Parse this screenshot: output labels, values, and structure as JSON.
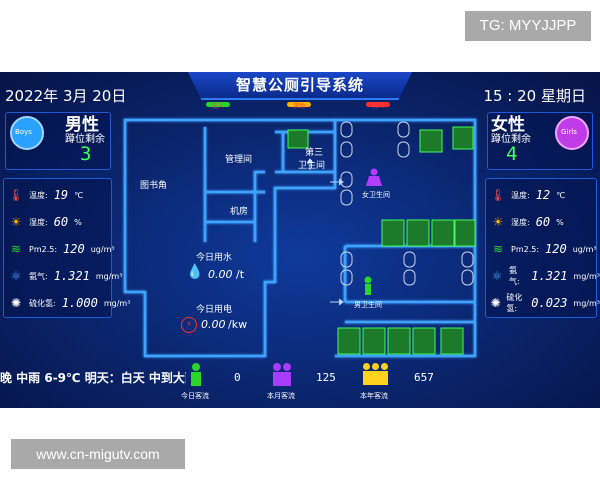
{
  "watermarks": {
    "top": "TG: MYYJJPP",
    "bottom": "www.cn-migutv.com"
  },
  "header": {
    "title": "智慧公厕引导系统",
    "date": "2022年 3月 20日",
    "time": "15 : 20 星期日"
  },
  "status": [
    {
      "label": "无人",
      "color": "#2bd62b"
    },
    {
      "label": "求助",
      "color": "#ffb400"
    },
    {
      "label": "有人",
      "color": "#ff2e2e"
    }
  ],
  "male": {
    "title": "男性",
    "subtitle": "蹲位剩余",
    "remaining": "3",
    "badge": "Boys",
    "env": [
      {
        "icon": "thermometer-icon",
        "label": "温度:",
        "value": "19",
        "unit": "℃"
      },
      {
        "icon": "humidity-icon",
        "label": "湿度:",
        "value": "60",
        "unit": "%"
      },
      {
        "icon": "pm25-icon",
        "label": "Pm2.5:",
        "value": "120",
        "unit": "ug/m³"
      },
      {
        "icon": "ammonia-icon",
        "label": "氨气:",
        "value": "1.321",
        "unit": "mg/m³"
      },
      {
        "icon": "h2s-icon",
        "label": "硫化氢:",
        "value": "1.000",
        "unit": "mg/m³"
      }
    ]
  },
  "female": {
    "title": "女性",
    "subtitle": "蹲位剩余",
    "remaining": "4",
    "badge": "Girls",
    "env": [
      {
        "icon": "thermometer-icon",
        "label": "温度:",
        "value": "12",
        "unit": "℃"
      },
      {
        "icon": "humidity-icon",
        "label": "湿度:",
        "value": "60",
        "unit": "%"
      },
      {
        "icon": "pm25-icon",
        "label": "Pm2.5:",
        "value": "120",
        "unit": "ug/m³"
      },
      {
        "icon": "ammonia-icon",
        "label": "氨气:",
        "value": "1.321",
        "unit": "mg/m³"
      },
      {
        "icon": "h2s-icon",
        "label": "硫化氢:",
        "value": "0.023",
        "unit": "mg/m³"
      }
    ]
  },
  "floorplan": {
    "library": "图书角",
    "management": "管理间",
    "machine_room": "机房",
    "third_wc": "第三",
    "third_wc2": "卫生间",
    "female_wc": "女卫生间",
    "male_wc": "男卫生间"
  },
  "usage": {
    "water_label": "今日用水",
    "water_value": "0.00",
    "water_unit": "/t",
    "power_label": "今日用电",
    "power_value": "0.00",
    "power_unit": "/kw"
  },
  "ticker": "晚 中雨 6-9℃ 明天：白天 中到大雨",
  "flow": [
    {
      "label": "今日客流",
      "value": "0",
      "color": "#2bd62b"
    },
    {
      "label": "本月客流",
      "value": "125",
      "color": "#a83cff"
    },
    {
      "label": "本年客流",
      "value": "657",
      "color": "#ffd21e"
    }
  ]
}
